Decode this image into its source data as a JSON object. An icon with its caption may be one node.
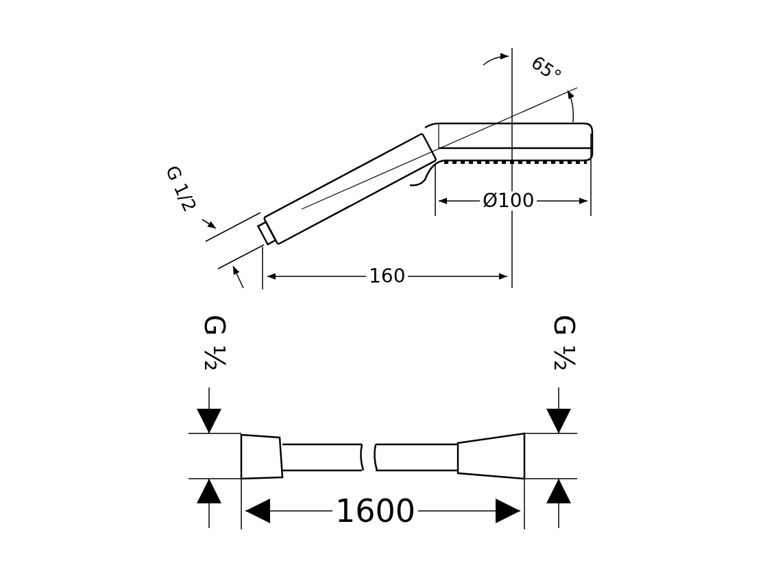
{
  "diagram": {
    "labels": [
      "65°",
      "G 1/2",
      "Ø100",
      "160",
      "G ½",
      "G ½",
      "1600"
    ]
  }
}
